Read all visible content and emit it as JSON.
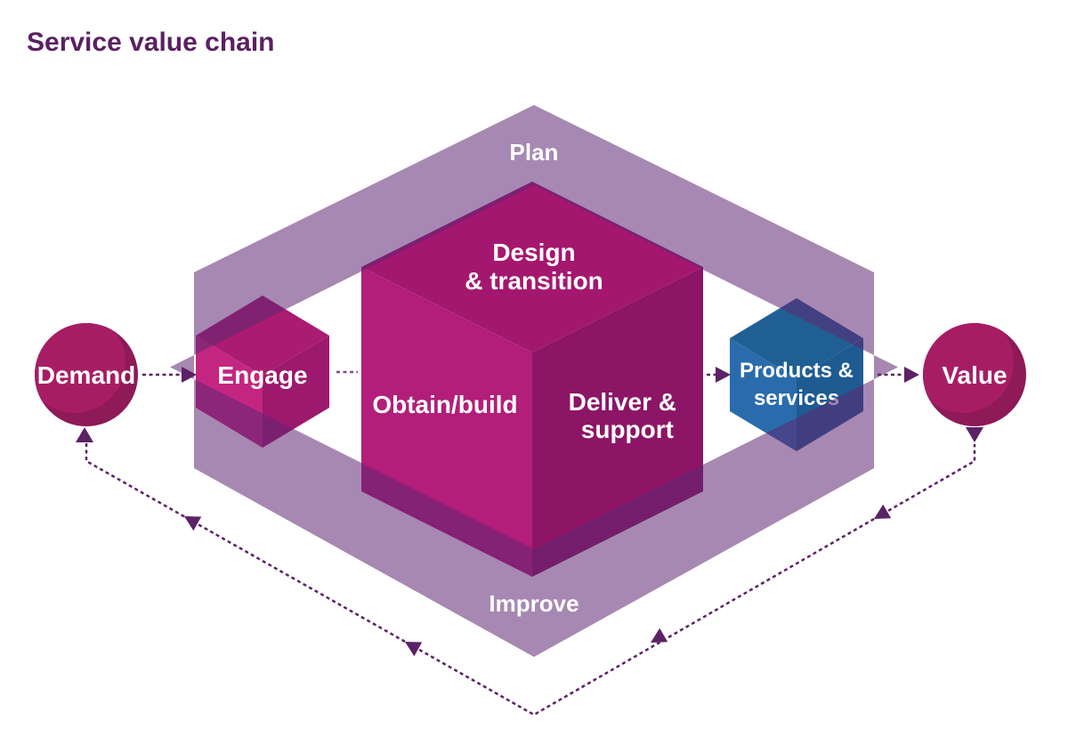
{
  "title": "Service value chain",
  "diagram": {
    "band": {
      "plan": "Plan",
      "improve": "Improve"
    },
    "demand": "Demand",
    "value": "Value",
    "engage": "Engage",
    "products_line1": "Products &",
    "products_line2": "services",
    "design_line1": "Design",
    "design_line2": "& transition",
    "obtain": "Obtain/build",
    "deliver_line1": "Deliver &",
    "deliver_line2": "support"
  },
  "colors": {
    "title": "#5a2161",
    "band": "#5e2673",
    "cube_top": "#a4176f",
    "cube_left": "#b21e79",
    "cube_right": "#8c1566",
    "engage_top": "#a91c72",
    "engage_left": "#c32680",
    "engage_right": "#9d196d",
    "blue_top": "#205f94",
    "blue_left": "#2a6cab",
    "blue_right": "#1d5b91",
    "circle": "#a71d64",
    "circle_shade": "#8e1a57",
    "arrow": "#5c2166",
    "arrow_light": "#7b4e8a",
    "label": "#ffffff"
  }
}
